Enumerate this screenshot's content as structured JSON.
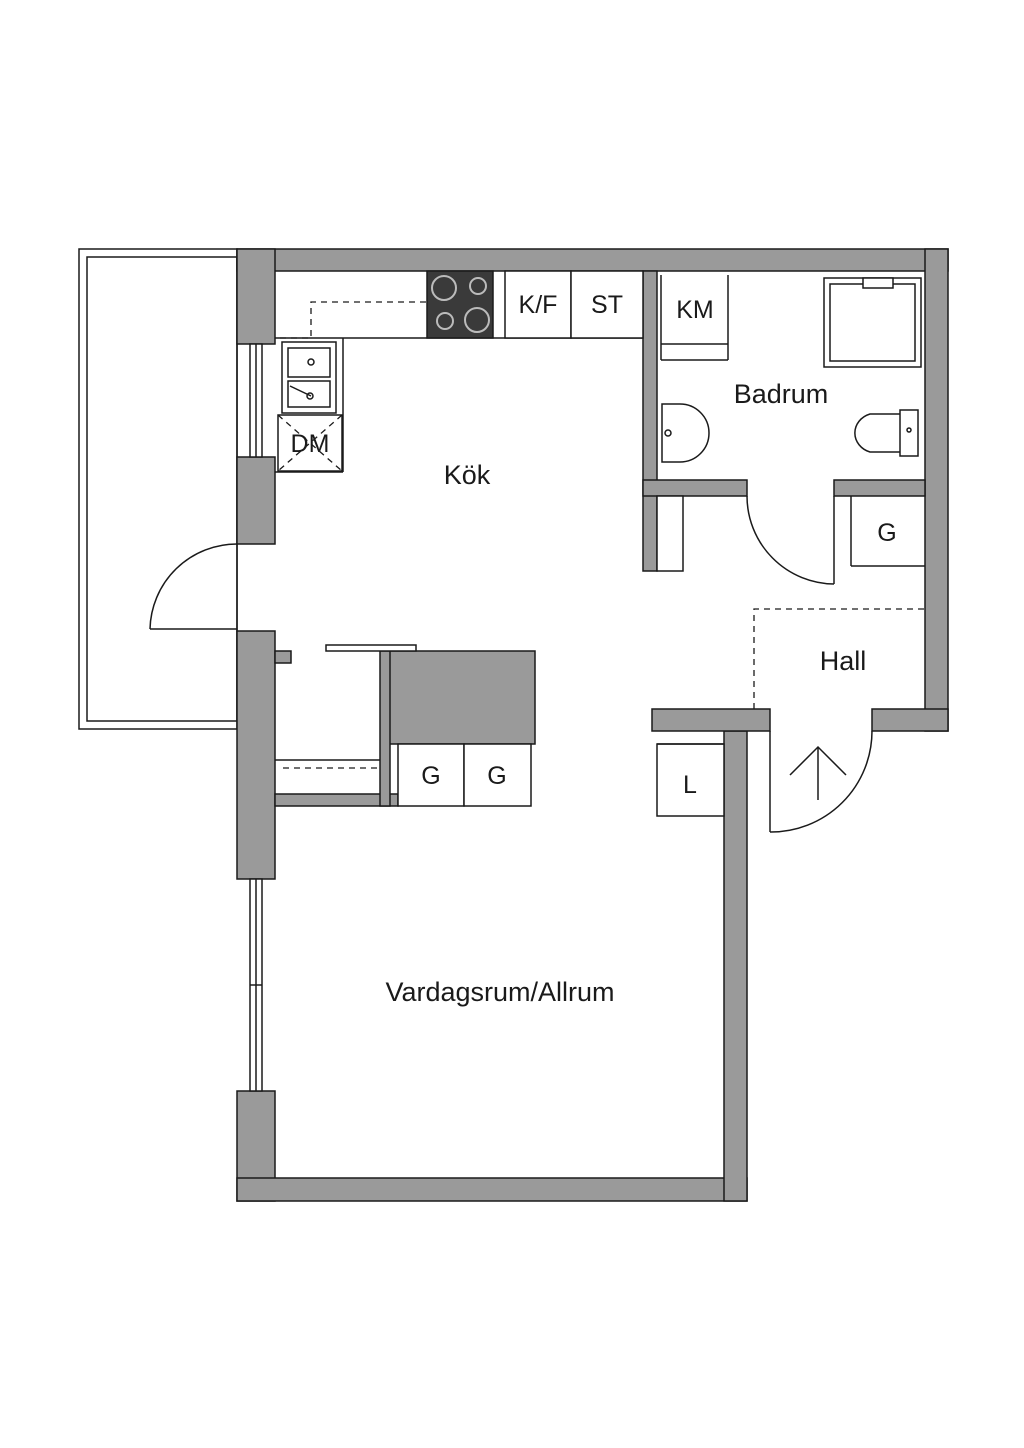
{
  "rooms": {
    "kitchen": "Kök",
    "bathroom": "Badrum",
    "hall": "Hall",
    "living": "Vardagsrum/Allrum"
  },
  "fixtures": {
    "fridge_freezer": "K/F",
    "wardrobe_st": "ST",
    "washing_machine": "KM",
    "dishwasher": "DM",
    "closet_g": "G",
    "closet_l": "L"
  },
  "colors": {
    "wall": "#9a9a9a",
    "line": "#1a1a1a",
    "stove": "#3a3a3a",
    "background": "#ffffff"
  }
}
